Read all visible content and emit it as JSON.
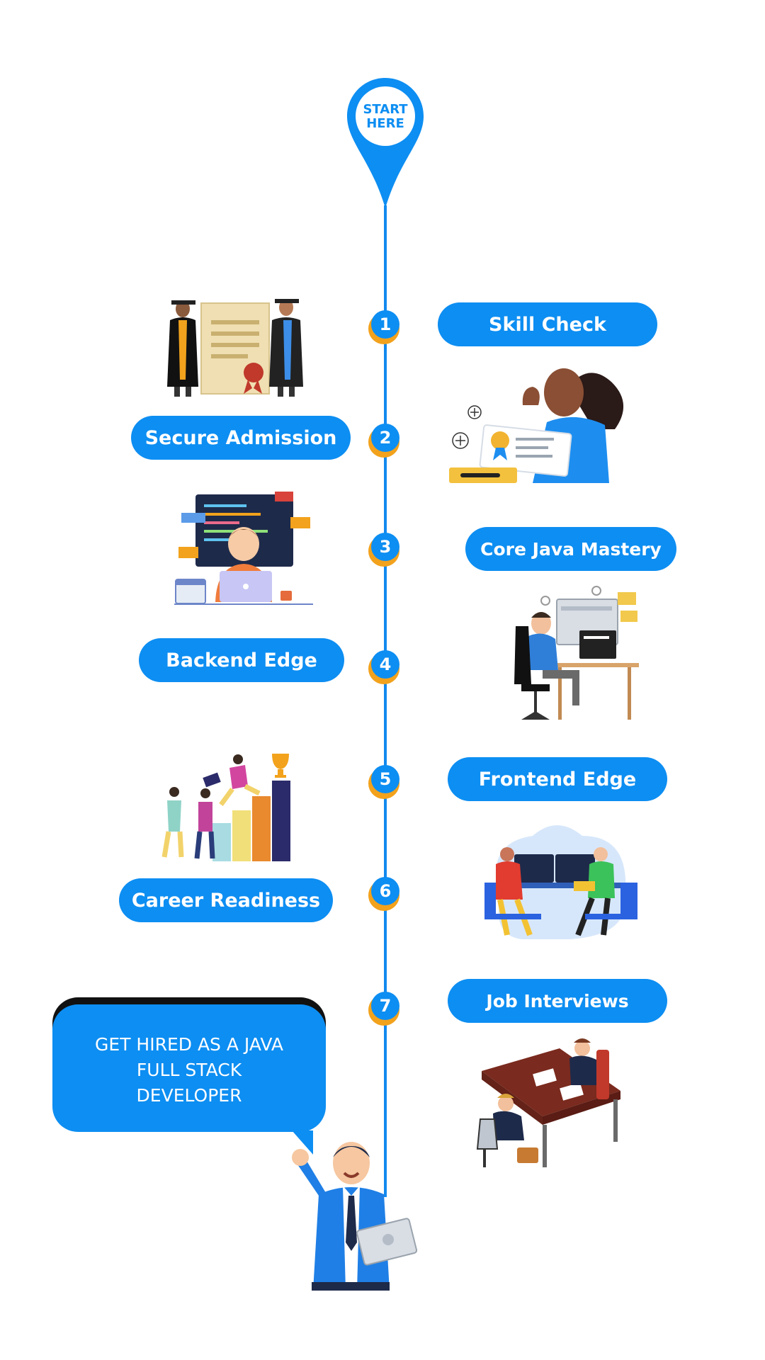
{
  "start_pin": {
    "label": "START\nHERE"
  },
  "colors": {
    "primary": "#0d8ef2",
    "accent": "#f2a21c",
    "shadow": "#111111"
  },
  "steps": [
    {
      "number": "1",
      "label": "Skill Check",
      "illustration": "certificate-celebration-illustration"
    },
    {
      "number": "2",
      "label": "Secure Admission",
      "illustration": "graduates-diploma-illustration"
    },
    {
      "number": "3",
      "label": "Core Java Mastery",
      "illustration": "developer-laptop-code-illustration"
    },
    {
      "number": "4",
      "label": "Backend Edge",
      "illustration": "programmer-html-desk-illustration"
    },
    {
      "number": "5",
      "label": "Frontend Edge",
      "illustration": "team-growth-bars-illustration"
    },
    {
      "number": "6",
      "label": "Career Readiness",
      "illustration": "pair-programming-illustration"
    },
    {
      "number": "7",
      "label": "Job Interviews",
      "illustration": "interview-desk-illustration"
    }
  ],
  "final_message": "GET HIRED AS A JAVA\nFULL STACK\nDEVELOPER",
  "final_illustration": "happy-businessman-laptop-illustration"
}
